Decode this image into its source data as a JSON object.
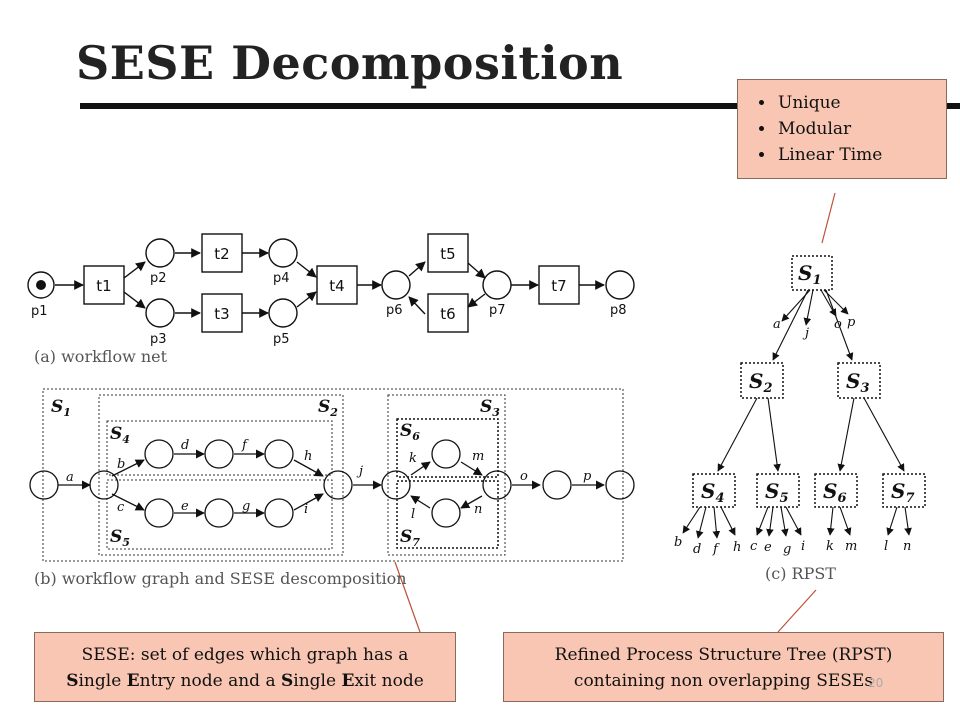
{
  "slide": {
    "title": "SESE Decomposition",
    "page_number": "20"
  },
  "properties": {
    "items": [
      "Unique",
      "Modular",
      "Linear Time"
    ]
  },
  "sese_definition": {
    "line1": "SESE: set of edges which graph has a",
    "line2_parts": [
      {
        "text": "S",
        "bold": true
      },
      {
        "text": "ingle "
      },
      {
        "text": "E",
        "bold": true
      },
      {
        "text": "ntry node and a "
      },
      {
        "text": "S",
        "bold": true
      },
      {
        "text": "ingle "
      },
      {
        "text": "E",
        "bold": true
      },
      {
        "text": "xit node"
      }
    ]
  },
  "rpst_definition": {
    "line1": "Refined Process Structure Tree (RPST)",
    "line2": "containing non overlapping SESEs"
  },
  "figure_a": {
    "caption": "(a) workflow net",
    "places": [
      "p1",
      "p2",
      "p3",
      "p4",
      "p5",
      "p6",
      "p7",
      "p8"
    ],
    "transitions": [
      "t1",
      "t2",
      "t3",
      "t4",
      "t5",
      "t6",
      "t7"
    ]
  },
  "figure_b": {
    "caption": "(b) workflow graph and SESE descomposition",
    "edges": [
      "a",
      "b",
      "c",
      "d",
      "e",
      "f",
      "g",
      "h",
      "i",
      "j",
      "k",
      "l",
      "m",
      "n",
      "o",
      "p"
    ],
    "regions": [
      "S1",
      "S2",
      "S3",
      "S4",
      "S5",
      "S6",
      "S7"
    ]
  },
  "figure_c": {
    "caption": "(c) RPST",
    "nodes": [
      "S1",
      "S2",
      "S3",
      "S4",
      "S5",
      "S6",
      "S7"
    ],
    "s1_leaves": [
      "a",
      "j",
      "o",
      "p"
    ],
    "s4_leaves": [
      "b",
      "d",
      "f",
      "h"
    ],
    "s5_leaves": [
      "c",
      "e",
      "g",
      "i"
    ],
    "s6_leaves": [
      "k",
      "m"
    ],
    "s7_leaves": [
      "l",
      "n"
    ]
  }
}
